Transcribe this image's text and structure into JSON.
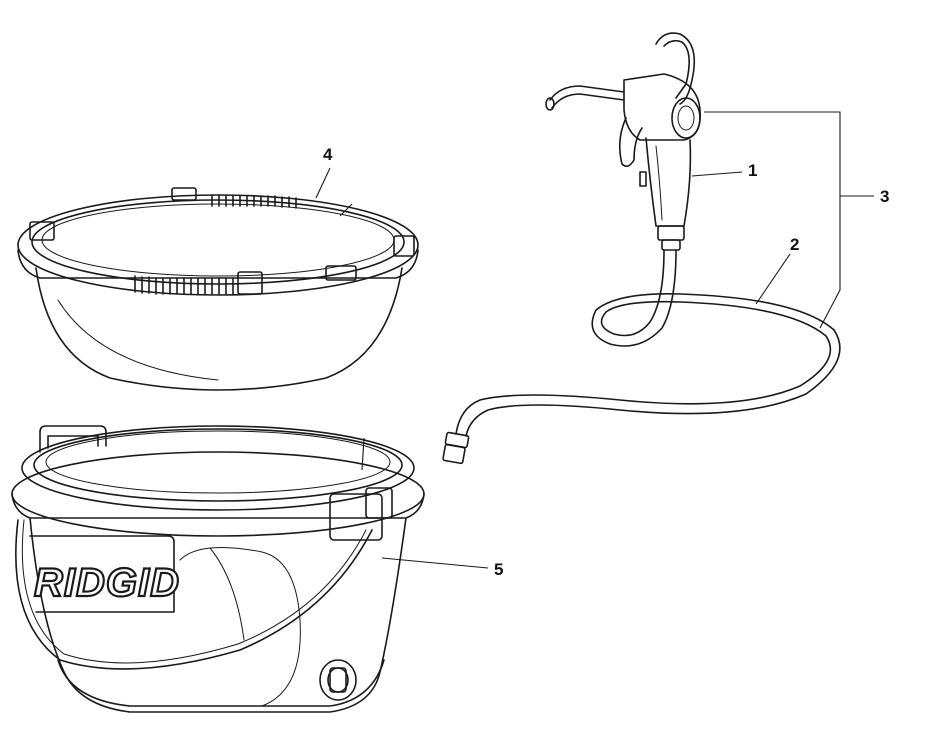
{
  "diagram": {
    "brand_logo_text": "RIDGID",
    "callouts": [
      {
        "id": "callout-1",
        "label": "1"
      },
      {
        "id": "callout-2",
        "label": "2"
      },
      {
        "id": "callout-3",
        "label": "3"
      },
      {
        "id": "callout-4",
        "label": "4"
      },
      {
        "id": "callout-5",
        "label": "5"
      }
    ],
    "colors": {
      "line": "#1a1a1a",
      "background": "#ffffff"
    }
  }
}
